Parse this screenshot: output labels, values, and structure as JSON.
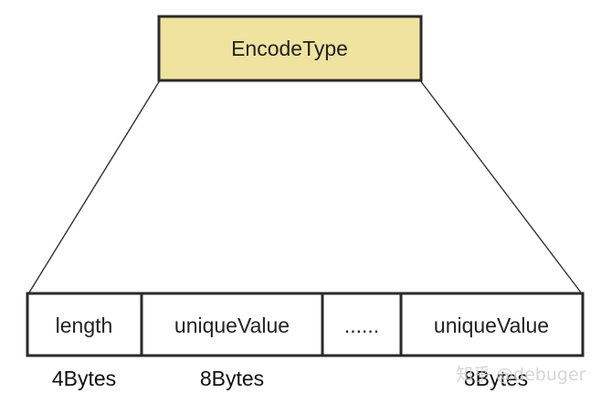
{
  "header_box": {
    "label": "EncodeType",
    "fill": "#f0e3a0"
  },
  "segments": [
    {
      "label": "length",
      "size": "4Bytes"
    },
    {
      "label": "uniqueValue",
      "size": "8Bytes"
    },
    {
      "label": "......",
      "size": ""
    },
    {
      "label": "uniqueValue",
      "size": "8Bytes"
    }
  ],
  "watermark": "知乎 @debuger"
}
